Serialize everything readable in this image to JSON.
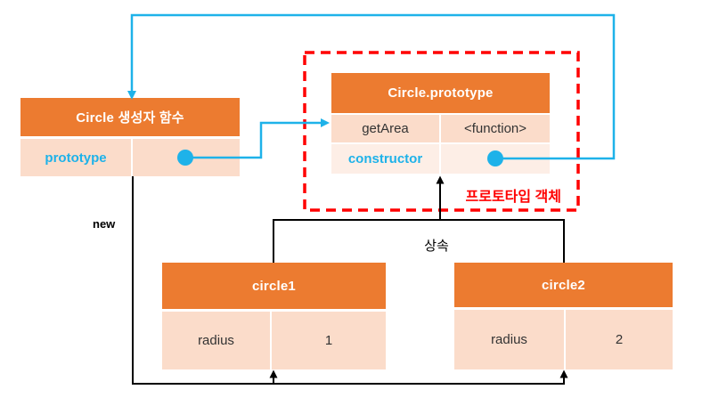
{
  "diagram": {
    "colors": {
      "header_orange": "#EC7B30",
      "row_pink": "#FBDCCA",
      "row_pink_light": "#FDEEE6",
      "reference_cyan": "#1EB2E9",
      "highlight_red": "#FF0000"
    },
    "boxes": {
      "constructor_function": {
        "title": "Circle 생성자 함수",
        "rows": [
          {
            "key": "prototype",
            "value": ""
          }
        ]
      },
      "prototype_object": {
        "title": "Circle.prototype",
        "rows": [
          {
            "key": "getArea",
            "value": "<function>"
          },
          {
            "key": "constructor",
            "value": ""
          }
        ]
      },
      "instance1": {
        "title": "circle1",
        "rows": [
          {
            "key": "radius",
            "value": "1"
          }
        ]
      },
      "instance2": {
        "title": "circle2",
        "rows": [
          {
            "key": "radius",
            "value": "2"
          }
        ]
      }
    },
    "labels": {
      "new_keyword": "new",
      "inheritance": "상속",
      "prototype_object_caption": "프로토타입 객체"
    }
  }
}
